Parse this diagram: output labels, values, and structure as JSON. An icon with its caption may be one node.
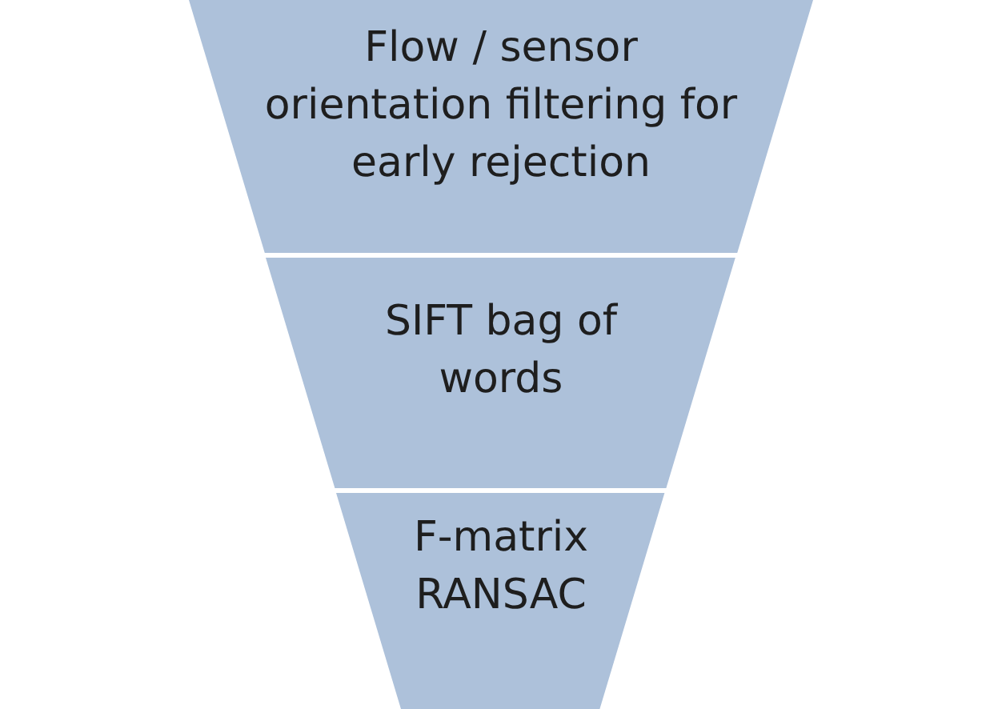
{
  "diagram": {
    "nodes": [
      {
        "text": [
          "Flow / sensor orientation filtering for early rejection"
        ]
      },
      {
        "text": [
          "SIFT bag of words"
        ]
      },
      {
        "text": [
          "F-matrix RANSAC"
        ]
      }
    ]
  }
}
